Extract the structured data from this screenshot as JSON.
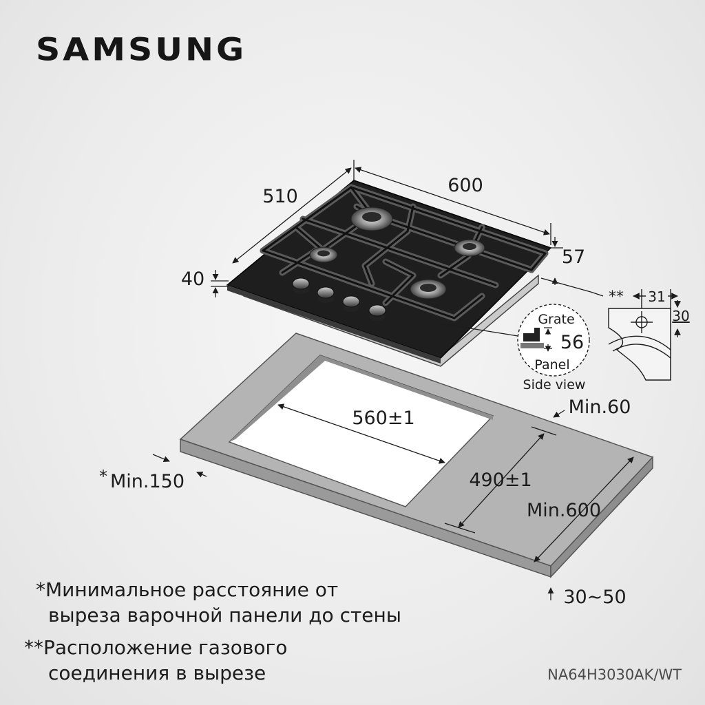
{
  "brand": "SAMSUNG",
  "model": "NA64H3030AK/WT",
  "dimensions": {
    "width": "600",
    "depth": "510",
    "height_top": "40",
    "height_side": "57",
    "grate_panel": "56",
    "cutout_width": "560±1",
    "cutout_depth": "490±1",
    "min_wall": "Min.150",
    "min_back": "Min.60",
    "min_depth": "Min.600",
    "worktop_thickness": "30∼50",
    "gas_offset_x": "31",
    "gas_offset_y": "30"
  },
  "markers": {
    "single": "*",
    "double": "**"
  },
  "side_view": {
    "grate_label": "Grate",
    "panel_label": "Panel",
    "caption": "Side view"
  },
  "footnotes": {
    "note1_mark": "*",
    "note1_line1": "Минимальное расстояние от",
    "note1_line2": "выреза варочной панели до стены",
    "note2_mark": "**",
    "note2_line1": "Расположение газового",
    "note2_line2": "соединения в вырезе"
  },
  "colors": {
    "glass": "#1e1e1e",
    "grate": "#2b2b2b",
    "steel": "#c9c9c9",
    "worktop": "#b3b3b3",
    "line": "#1c1c1c"
  }
}
